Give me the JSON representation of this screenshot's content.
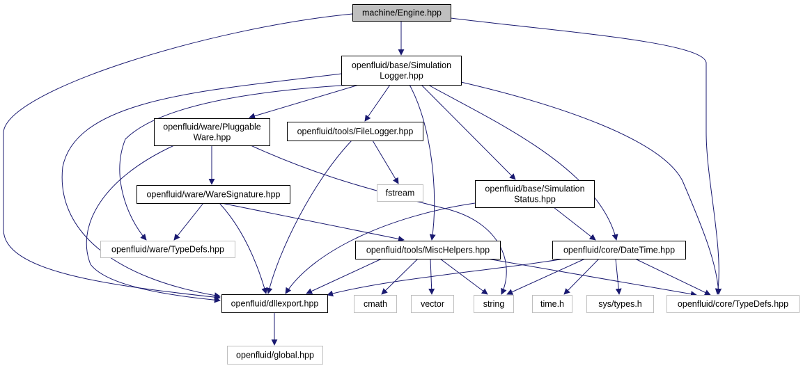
{
  "colors": {
    "edge": "#191970",
    "root_fill": "#bfbfbf",
    "node_border": "#000000",
    "external_border": "#bfbfbf",
    "background": "#ffffff"
  },
  "graph": {
    "nodes": [
      {
        "id": "engine",
        "lines": [
          "machine/Engine.hpp"
        ],
        "style": "root"
      },
      {
        "id": "simlogger",
        "lines": [
          "openfluid/base/Simulation",
          "Logger.hpp"
        ],
        "style": "normal"
      },
      {
        "id": "pluggable",
        "lines": [
          "openfluid/ware/Pluggable",
          "Ware.hpp"
        ],
        "style": "normal"
      },
      {
        "id": "filelogger",
        "lines": [
          "openfluid/tools/FileLogger.hpp"
        ],
        "style": "normal"
      },
      {
        "id": "fstream",
        "lines": [
          "fstream"
        ],
        "style": "external"
      },
      {
        "id": "simstatus",
        "lines": [
          "openfluid/base/Simulation",
          "Status.hpp"
        ],
        "style": "normal"
      },
      {
        "id": "waresig",
        "lines": [
          "openfluid/ware/WareSignature.hpp"
        ],
        "style": "normal"
      },
      {
        "id": "waretypedefs",
        "lines": [
          "openfluid/ware/TypeDefs.hpp"
        ],
        "style": "external"
      },
      {
        "id": "mischelpers",
        "lines": [
          "openfluid/tools/MiscHelpers.hpp"
        ],
        "style": "normal"
      },
      {
        "id": "datetime",
        "lines": [
          "openfluid/core/DateTime.hpp"
        ],
        "style": "normal"
      },
      {
        "id": "dllexport",
        "lines": [
          "openfluid/dllexport.hpp"
        ],
        "style": "normal"
      },
      {
        "id": "cmath",
        "lines": [
          "cmath"
        ],
        "style": "external"
      },
      {
        "id": "vector",
        "lines": [
          "vector"
        ],
        "style": "external"
      },
      {
        "id": "string",
        "lines": [
          "string"
        ],
        "style": "external"
      },
      {
        "id": "timeh",
        "lines": [
          "time.h"
        ],
        "style": "external"
      },
      {
        "id": "systypes",
        "lines": [
          "sys/types.h"
        ],
        "style": "external"
      },
      {
        "id": "coretypedefs",
        "lines": [
          "openfluid/core/TypeDefs.hpp"
        ],
        "style": "external"
      },
      {
        "id": "global",
        "lines": [
          "openfluid/global.hpp"
        ],
        "style": "external"
      }
    ],
    "edges": [
      {
        "from": "engine",
        "to": "simlogger"
      },
      {
        "from": "engine",
        "to": "dllexport"
      },
      {
        "from": "engine",
        "to": "coretypedefs"
      },
      {
        "from": "simlogger",
        "to": "pluggable"
      },
      {
        "from": "simlogger",
        "to": "filelogger"
      },
      {
        "from": "simlogger",
        "to": "simstatus"
      },
      {
        "from": "simlogger",
        "to": "waretypedefs"
      },
      {
        "from": "simlogger",
        "to": "mischelpers"
      },
      {
        "from": "simlogger",
        "to": "datetime"
      },
      {
        "from": "simlogger",
        "to": "dllexport"
      },
      {
        "from": "simlogger",
        "to": "coretypedefs"
      },
      {
        "from": "pluggable",
        "to": "waresig"
      },
      {
        "from": "pluggable",
        "to": "dllexport"
      },
      {
        "from": "pluggable",
        "to": "string"
      },
      {
        "from": "filelogger",
        "to": "fstream"
      },
      {
        "from": "filelogger",
        "to": "dllexport"
      },
      {
        "from": "simstatus",
        "to": "datetime"
      },
      {
        "from": "simstatus",
        "to": "dllexport"
      },
      {
        "from": "waresig",
        "to": "waretypedefs"
      },
      {
        "from": "waresig",
        "to": "mischelpers"
      },
      {
        "from": "waresig",
        "to": "dllexport"
      },
      {
        "from": "mischelpers",
        "to": "dllexport"
      },
      {
        "from": "mischelpers",
        "to": "cmath"
      },
      {
        "from": "mischelpers",
        "to": "vector"
      },
      {
        "from": "mischelpers",
        "to": "string"
      },
      {
        "from": "mischelpers",
        "to": "coretypedefs"
      },
      {
        "from": "datetime",
        "to": "dllexport"
      },
      {
        "from": "datetime",
        "to": "string"
      },
      {
        "from": "datetime",
        "to": "timeh"
      },
      {
        "from": "datetime",
        "to": "systypes"
      },
      {
        "from": "datetime",
        "to": "coretypedefs"
      },
      {
        "from": "dllexport",
        "to": "global"
      }
    ]
  }
}
